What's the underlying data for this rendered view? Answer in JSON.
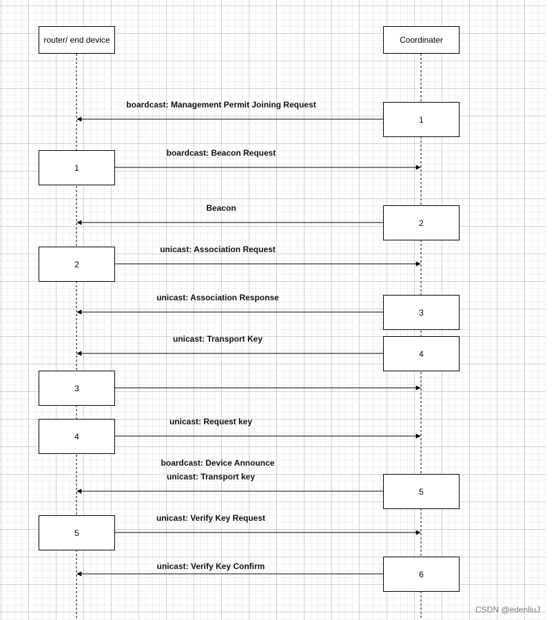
{
  "participants": {
    "left": "router/ end device",
    "right": "Coordinater"
  },
  "messages": [
    "boardcast: Management Permit Joining Request",
    "boardcast:  Beacon Request",
    "Beacon",
    "unicast: Association Request",
    "unicast: Association Response",
    "unicast: Transport Key",
    "",
    "unicast: Request key",
    "boardcast: Device Announce",
    "unicast: Transport key",
    "unicast: Verify Key Request",
    "unicast: Verify Key Confirm"
  ],
  "device_steps": [
    "1",
    "2",
    "3",
    "4",
    "5"
  ],
  "coordinator_steps": [
    "1",
    "2",
    "3",
    "4",
    "5",
    "6"
  ],
  "watermark": "CSDN @edenliuJ"
}
